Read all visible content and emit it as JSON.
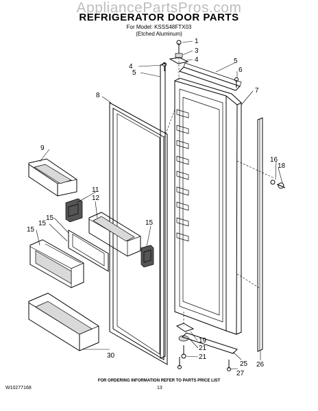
{
  "watermark": "AppliancePartsPros.com",
  "header": {
    "title": "REFRIGERATOR DOOR PARTS",
    "model_line": "For Model: KSSS48FTX03",
    "finish_line": "(Etched Aluminum)"
  },
  "callouts": [
    "1",
    "3",
    "4",
    "4",
    "5",
    "5",
    "6",
    "7",
    "8",
    "9",
    "11",
    "12",
    "15",
    "15",
    "15",
    "15",
    "16",
    "18",
    "19",
    "21",
    "21",
    "25",
    "26",
    "27",
    "30"
  ],
  "footer": {
    "note": "FOR ORDERING INFORMATION REFER TO PARTS PRICE LIST",
    "doc_number": "W10277168",
    "page_number": "13"
  }
}
